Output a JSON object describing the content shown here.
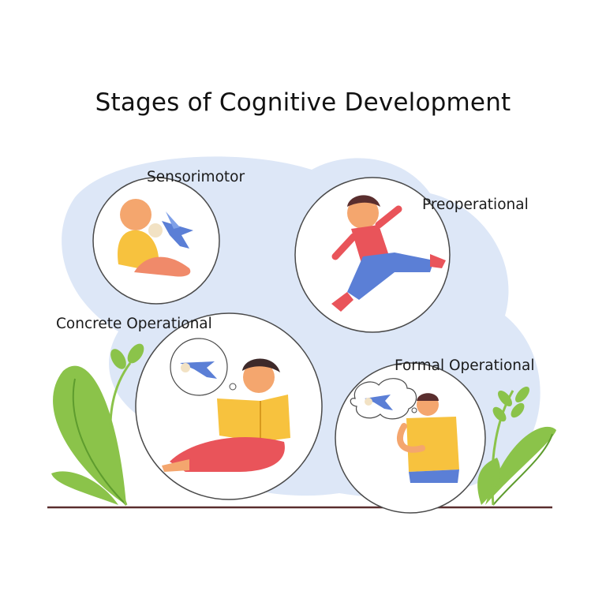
{
  "title": "Stages of Cognitive Development",
  "stages": [
    {
      "label": "Sensorimotor"
    },
    {
      "label": "Preoperational"
    },
    {
      "label": "Concrete Operational"
    },
    {
      "label": "Formal Operational"
    }
  ],
  "colors": {
    "blob": "#dde7f7",
    "ring": "#4a4a4a",
    "leaf": "#8bc34a",
    "leaf_dark": "#5e9c2e",
    "skin": "#f4a66e",
    "red": "#e9545a",
    "blue": "#5b7fd6",
    "yellow": "#f7c23e",
    "ground": "#5a2e2e"
  }
}
